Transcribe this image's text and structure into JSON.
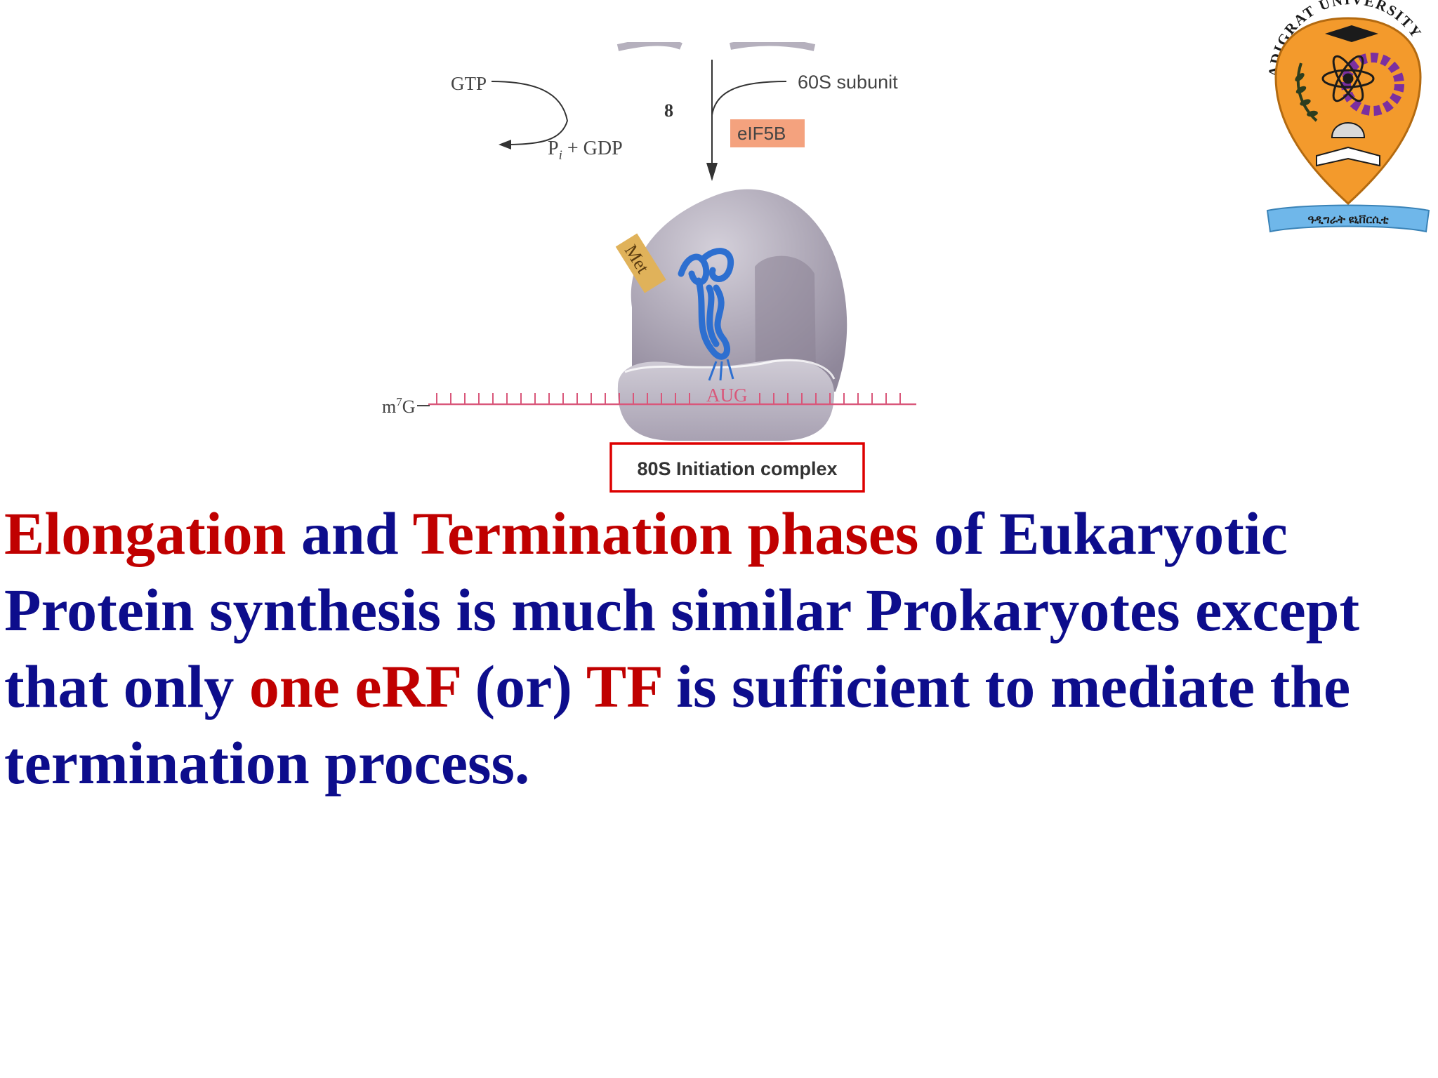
{
  "diagram": {
    "gtp_label": "GTP",
    "step_number": "8",
    "pi_label": "P",
    "pi_subscript": "i",
    "gdp_label": " + GDP",
    "subunit_label": "60S subunit",
    "factor_label": "eIF5B",
    "met_label": "Met",
    "cap_label": "m",
    "cap_superscript": "7",
    "cap_suffix": "G",
    "codon_label": "AUG",
    "complex_label": "80S Initiation complex",
    "colors": {
      "ribosome": "#b9b4c1",
      "ribosome_shadow": "#8c8596",
      "trna": "#2d6fd0",
      "mrna": "#d9577a",
      "factor_box": "#f4a27e",
      "met_box": "#e0b25a",
      "highlight_box": "#dd0000"
    }
  },
  "logo": {
    "top_text": "ADIGRAT UNIVERSITY",
    "ribbon_text": "ዓዲግራት ዩኒቨርሲቲ",
    "colors": {
      "shield": "#f39a2c",
      "ribbon": "#6fb7ea",
      "gear": "#7b2fa0"
    }
  },
  "body": {
    "colors": {
      "primary": "#0d0d8c",
      "highlight": "#c00000"
    },
    "line1": [
      {
        "text": "Elongation",
        "hl": true
      },
      {
        "text": " and ",
        "hl": false
      },
      {
        "text": "Termination phases",
        "hl": true
      },
      {
        "text": " of Eukaryotic",
        "hl": false
      }
    ],
    "line2": "Protein synthesis is much similar Prokaryotes except",
    "line3": [
      {
        "text": "that only ",
        "hl": false
      },
      {
        "text": "one eRF",
        "hl": true
      },
      {
        "text": " (or) ",
        "hl": false
      },
      {
        "text": "TF",
        "hl": true
      },
      {
        "text": " is sufficient to mediate the",
        "hl": false
      }
    ],
    "line4": "termination process."
  }
}
